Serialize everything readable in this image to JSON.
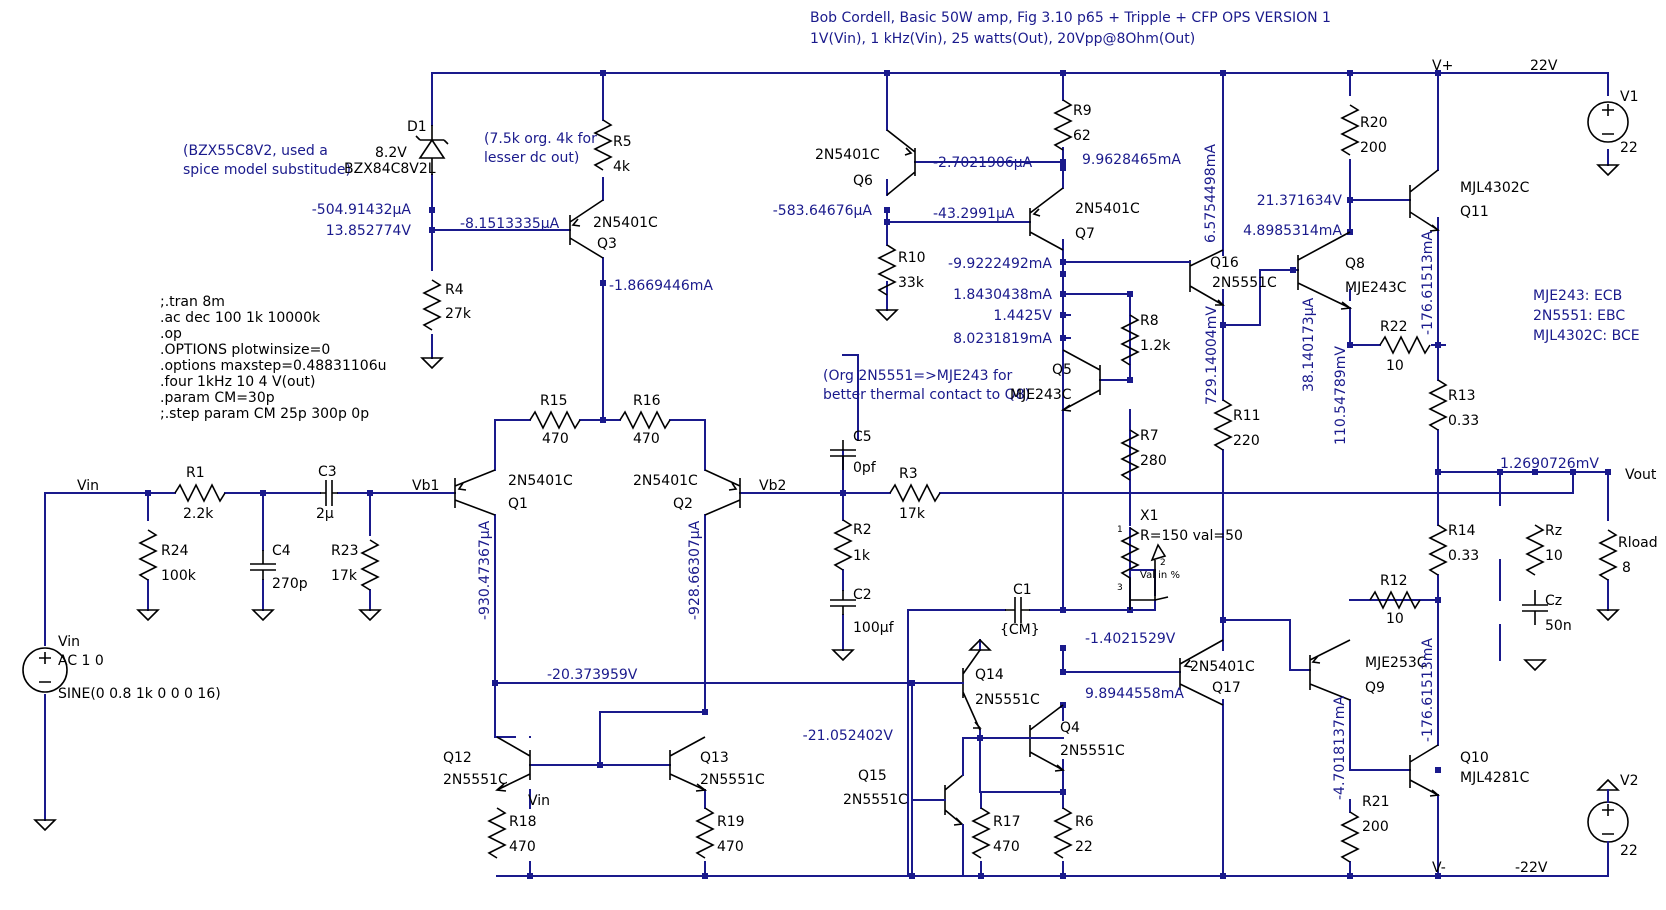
{
  "header": {
    "title": "Bob Cordell, Basic 50W amp, Fig 3.10 p65 + Tripple + CFP OPS VERSION 1",
    "subtitle": "1V(Vin), 1 kHz(Vin), 25 watts(Out), 20Vpp@8Ohm(Out)"
  },
  "notes": {
    "d1_substitute": [
      "(BZX55C8V2, used a",
      "spice model substitude)"
    ],
    "r5_note": [
      "(7.5k org. 4k for",
      "lesser dc out)"
    ],
    "q5_note": [
      "(Org 2N5551=>MJE243 for",
      "better thermal contact to Q8)"
    ],
    "pinouts": [
      "MJE243: ECB",
      "2N5551: EBC",
      "MJL4302C: BCE"
    ],
    "spice": [
      ";.tran 8m",
      ".ac dec 100 1k 10000k",
      ".op",
      ".OPTIONS plotwinsize=0",
      ".options maxstep=0.48831106u",
      ".four 1kHz 10 4 V(out)",
      ".param CM=30p",
      ";.step param CM 25p 300p 0p"
    ]
  },
  "nets": {
    "vin": "Vin",
    "vb1": "Vb1",
    "vb2": "Vb2",
    "vout": "Vout",
    "vplus": "V+",
    "vminus": "V-",
    "vin_small": "Vin"
  },
  "rails": {
    "pos": "22V",
    "neg": "-22V"
  },
  "sources": {
    "v1": {
      "name": "V1",
      "value": "22"
    },
    "v2": {
      "name": "V2",
      "value": "22"
    },
    "vin": {
      "name": "Vin",
      "ac": "AC 1 0",
      "sine": "SINE(0 0.8 1k 0 0 0 16)"
    }
  },
  "resistors": {
    "r1": {
      "name": "R1",
      "value": "2.2k"
    },
    "r2": {
      "name": "R2",
      "value": "1k"
    },
    "r3": {
      "name": "R3",
      "value": "17k"
    },
    "r4": {
      "name": "R4",
      "value": "27k"
    },
    "r5": {
      "name": "R5",
      "value": "4k"
    },
    "r6": {
      "name": "R6",
      "value": "22"
    },
    "r7": {
      "name": "R7",
      "value": "280"
    },
    "r8": {
      "name": "R8",
      "value": "1.2k"
    },
    "r9": {
      "name": "R9",
      "value": "62"
    },
    "r10": {
      "name": "R10",
      "value": "33k"
    },
    "r11": {
      "name": "R11",
      "value": "220"
    },
    "r12": {
      "name": "R12",
      "value": "10"
    },
    "r13": {
      "name": "R13",
      "value": "0.33"
    },
    "r14": {
      "name": "R14",
      "value": "0.33"
    },
    "r15": {
      "name": "R15",
      "value": "470"
    },
    "r16": {
      "name": "R16",
      "value": "470"
    },
    "r17": {
      "name": "R17",
      "value": "470"
    },
    "r18": {
      "name": "R18",
      "value": "470"
    },
    "r19": {
      "name": "R19",
      "value": "470"
    },
    "r20": {
      "name": "R20",
      "value": "200"
    },
    "r21": {
      "name": "R21",
      "value": "200"
    },
    "r22": {
      "name": "R22",
      "value": "10"
    },
    "r23": {
      "name": "R23",
      "value": "17k"
    },
    "r24": {
      "name": "R24",
      "value": "100k"
    },
    "rz": {
      "name": "Rz",
      "value": "10"
    },
    "rload": {
      "name": "Rload",
      "value": "8"
    }
  },
  "capacitors": {
    "c1": {
      "name": "C1",
      "value": "{CM}"
    },
    "c2": {
      "name": "C2",
      "value": "100µf"
    },
    "c3": {
      "name": "C3",
      "value": "2µ"
    },
    "c4": {
      "name": "C4",
      "value": "270p"
    },
    "c5": {
      "name": "C5",
      "value": "0pf"
    },
    "cz": {
      "name": "Cz",
      "value": "50n"
    }
  },
  "diode": {
    "name": "D1",
    "value": "8.2V",
    "model": "BZX84C8V2L"
  },
  "pot": {
    "name": "X1",
    "param": "R=150 val=50",
    "pct": "Val in %",
    "pin1": "1",
    "pin2": "2",
    "pin3": "3"
  },
  "transistors": {
    "q1": {
      "name": "Q1",
      "model": "2N5401C"
    },
    "q2": {
      "name": "Q2",
      "model": "2N5401C"
    },
    "q3": {
      "name": "Q3",
      "model": "2N5401C"
    },
    "q4": {
      "name": "Q4",
      "model": "2N5551C"
    },
    "q5": {
      "name": "Q5",
      "model": "MJE243C"
    },
    "q6": {
      "name": "Q6",
      "model": "2N5401C"
    },
    "q7": {
      "name": "Q7",
      "model": "2N5401C"
    },
    "q8": {
      "name": "Q8",
      "model": "MJE243C"
    },
    "q9": {
      "name": "Q9",
      "model": "MJE253C"
    },
    "q10": {
      "name": "Q10",
      "model": "MJL4281C"
    },
    "q11": {
      "name": "Q11",
      "model": "MJL4302C"
    },
    "q12": {
      "name": "Q12",
      "model": "2N5551C"
    },
    "q13": {
      "name": "Q13",
      "model": "2N5551C"
    },
    "q14": {
      "name": "Q14",
      "model": "2N5551C"
    },
    "q15": {
      "name": "Q15",
      "model": "2N5551C"
    },
    "q16": {
      "name": "Q16",
      "model": "2N5551C"
    },
    "q17": {
      "name": "Q17",
      "model": "2N5401C"
    }
  },
  "annotations": {
    "a01": "-504.91432µA",
    "a02": "13.852774V",
    "a03": "-8.1513335µA",
    "a04": "-1.8669446mA",
    "a05": "-2.7021906µA",
    "a06": "9.9628465mA",
    "a07": "-583.64676µA",
    "a08": "-43.2991µA",
    "a09": "-9.9222492mA",
    "a10": "1.8430438mA",
    "a11": "1.4425V",
    "a12": "8.0231819mA",
    "a13": "6.5754498mA",
    "a14": "21.371634V",
    "a15": "4.8985314mA",
    "a16": "-176.61513mA",
    "a17": "729.14004mV",
    "a18": "38.140173µA",
    "a19": "110.54789mV",
    "a20": "1.2690726mV",
    "a21": "-930.47367µA",
    "a22": "-928.66307µA",
    "a23": "-20.373959V",
    "a24": "-1.4021529V",
    "a25": "9.8944558mA",
    "a26": "-21.052402V",
    "a27": "-4.7018137mA",
    "a28": "-176.61513mA"
  },
  "colors": {
    "wire": "#1a1a8c",
    "component": "#000000",
    "background": "#ffffff"
  }
}
